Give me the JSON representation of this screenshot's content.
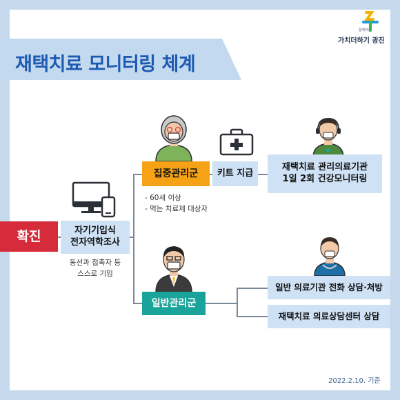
{
  "title": "재택치료 모니터링 체계",
  "logo": {
    "slogan": "함께하는",
    "text": "가치더하기 광진"
  },
  "flow": {
    "confirmed": "확진",
    "survey": {
      "line1": "자기기입식",
      "line2": "전자역학조사"
    },
    "survey_note": {
      "line1": "동선과 접촉자 등",
      "line2": "스스로 기입"
    },
    "intensive_group": "집중관리군",
    "intensive_criteria": [
      "- 60세 이상",
      "- 먹는 치료제 대상자"
    ],
    "kit": "키트 지급",
    "monitoring": {
      "line1": "재택치료 관리의료기관",
      "line2": "1일 2회 건강모니터링"
    },
    "general_group": "일반관리군",
    "general_options": [
      "일반 의료기관 전화 상담·처방",
      "재택치료 의료상담센터 상담"
    ]
  },
  "date_note": "2022.2.10. 기준",
  "colors": {
    "background": "#c5d8ec",
    "title": "#1d5ab2",
    "confirmed": "#d52b3a",
    "intensive": "#f5a216",
    "general": "#1aa39a",
    "light_box": "#cfe1f5"
  },
  "icons": [
    "computer-phone-icon",
    "elderly-person-icon",
    "first-aid-kit-icon",
    "headset-staff-icon",
    "office-worker-icon",
    "nurse-icon",
    "city-logo-icon"
  ]
}
